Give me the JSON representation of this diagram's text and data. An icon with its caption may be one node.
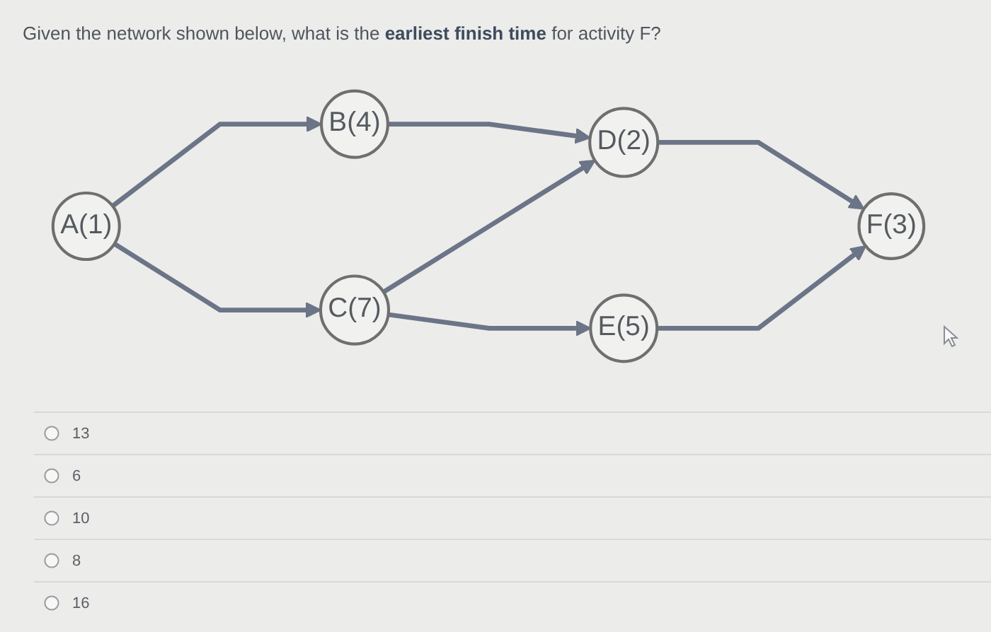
{
  "diagram": {
    "title": "Given the network shown below, what is the **earliest finish time** for activity F?",
    "nodes": [
      {
        "text": [
          "A(1)"
        ]
      },
      {
        "text": [
          "B(4)"
        ]
      },
      {
        "text": [
          "C(7)"
        ]
      },
      {
        "text": [
          "D(2)"
        ]
      },
      {
        "text": [
          "E(5)"
        ]
      },
      {
        "text": [
          "F(3)"
        ]
      }
    ],
    "edges": [
      {
        "from": 0,
        "to": 1,
        "arrow": "to"
      },
      {
        "from": 0,
        "to": 2,
        "arrow": "to"
      },
      {
        "from": 1,
        "to": 3,
        "arrow": "to"
      },
      {
        "from": 2,
        "to": 3,
        "arrow": "to"
      },
      {
        "from": 2,
        "to": 4,
        "arrow": "to"
      },
      {
        "from": 3,
        "to": 5,
        "arrow": "to"
      },
      {
        "from": 4,
        "to": 5,
        "arrow": "to"
      }
    ],
    "labels": [
      "13",
      "6",
      "10",
      "8",
      "16"
    ]
  }
}
